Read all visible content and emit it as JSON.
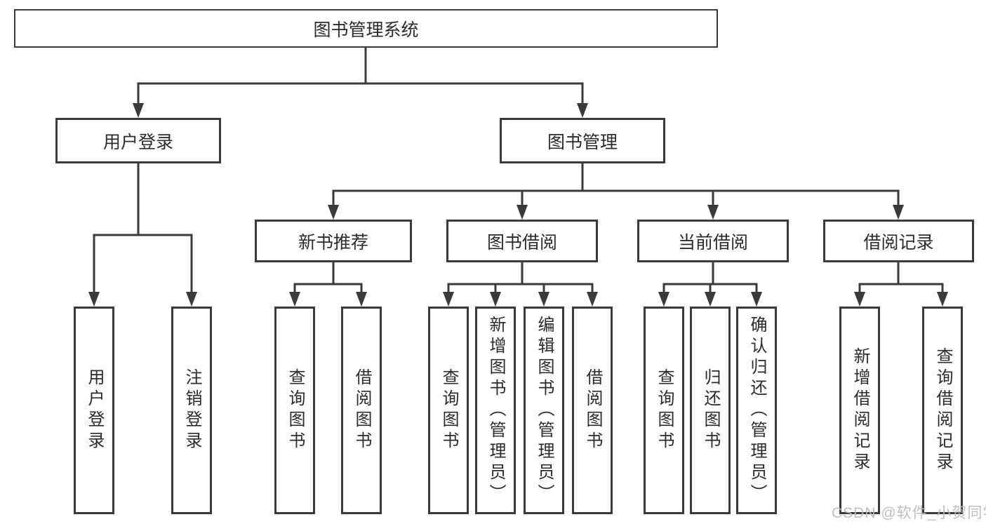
{
  "diagram": {
    "title": "图书管理系统",
    "level1": [
      {
        "label": "用户登录",
        "children": [
          {
            "label": "用户登录"
          },
          {
            "label": "注销登录"
          }
        ]
      },
      {
        "label": "图书管理",
        "children": [
          {
            "label": "新书推荐",
            "children": [
              {
                "label": "查询图书"
              },
              {
                "label": "借阅图书"
              }
            ]
          },
          {
            "label": "图书借阅",
            "children": [
              {
                "label": "查询图书"
              },
              {
                "label": "新增图书（管理员）"
              },
              {
                "label": "编辑图书（管理员）"
              },
              {
                "label": "借阅图书"
              }
            ]
          },
          {
            "label": "当前借阅",
            "children": [
              {
                "label": "查询图书"
              },
              {
                "label": "归还图书"
              },
              {
                "label": "确认归还（管理员）"
              }
            ]
          },
          {
            "label": "借阅记录",
            "children": [
              {
                "label": "新增借阅记录"
              },
              {
                "label": "查询借阅记录"
              }
            ]
          }
        ]
      }
    ]
  },
  "watermark": {
    "text": "CSDN @软件_小贺同学"
  },
  "colors": {
    "line": "#3a3a3a",
    "text": "#2b2b2b",
    "watermark": "#b8b8b8"
  }
}
